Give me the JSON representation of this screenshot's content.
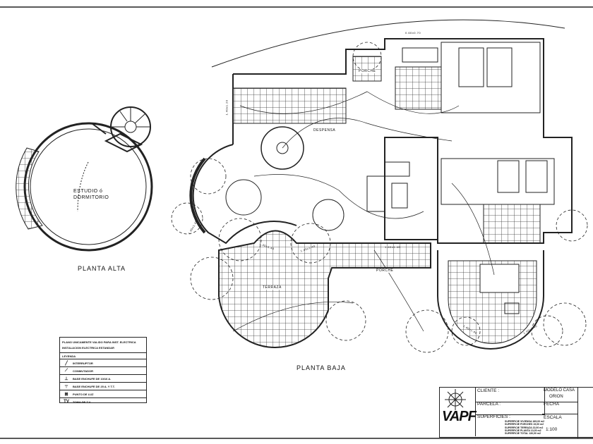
{
  "planta_alta": {
    "title": "PLANTA ALTA",
    "room_label_1": "ESTUDIO ó",
    "room_label_2": "DORMITORIO"
  },
  "planta_baja": {
    "title": "PLANTA BAJA",
    "rooms": {
      "porche_top": "PORCHE",
      "despensa": "DESPENSA",
      "terraza": "TERRAZA",
      "porche_bottom": "PORCHE"
    },
    "window_labels": [
      "1.40x1.20",
      "1.40x1.40",
      "1.40x1.40",
      "1.40x1.40",
      "1.40x1.40",
      "0.60x0.70",
      "1.40x1.40",
      "1.40x1.40"
    ]
  },
  "legend": {
    "note_1": "PLANO UNICAMENTE VALIDO PARA INST. ELECTRICA",
    "note_2": "INSTALACION ELECTRICA ESTANDAR",
    "heading": "LEYENDA",
    "items": [
      {
        "symbol": "╱",
        "label": "INTERRUPTOR"
      },
      {
        "symbol": "⟋",
        "label": "CONMUTADOR"
      },
      {
        "symbol": "⊥",
        "label": "BASE ENCHUFE DE 10/16 A."
      },
      {
        "symbol": "╤",
        "label": "BASE ENCHUFE DE 25 A. Y T.T."
      },
      {
        "symbol": "⊠",
        "label": "PUNTO DE LUZ"
      },
      {
        "symbol": "TV",
        "label": "TOMA DE T.V."
      }
    ]
  },
  "title_block": {
    "logo": "VAPF",
    "cliente": "CLIENTE :",
    "parcela": "PARCELA :",
    "superficies": "SUPERFICIES :",
    "surface_rows": [
      "SUPERFICIE VIVIENDA 169,00 m2",
      "SUPERFICIE PORCHES 19,00 m2",
      "SUPERFICIE TERRAZA 22,00 m2",
      "SUPERFICIE PLANTA 13,00 m2",
      "SUPERFICIE TOTAL 130,00 m2"
    ],
    "modelo_label": "MODELO CASA",
    "modelo_value": "ORION",
    "fecha": "FECHA",
    "escala_label": "ESCALA",
    "escala_value": "1:100"
  }
}
